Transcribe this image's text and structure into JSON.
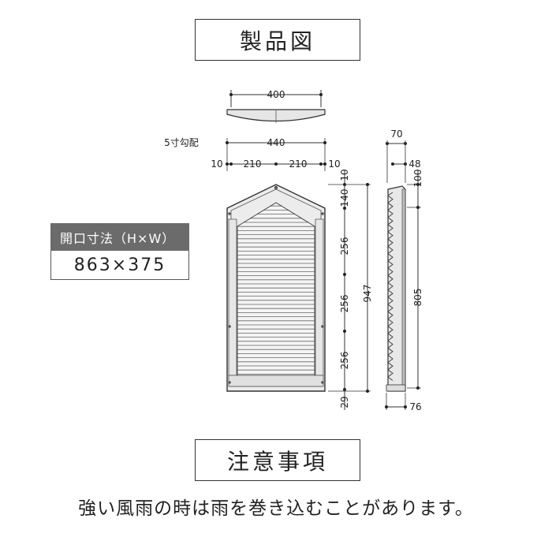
{
  "header": {
    "title": "製品図"
  },
  "opening": {
    "label": "開口寸法（H×W）",
    "value": "863×375"
  },
  "dimensions": {
    "top_width": "400",
    "slope_label": "5寸勾配",
    "overall_width": "440",
    "edge_left": "10",
    "half_left": "210",
    "half_right": "210",
    "edge_right": "10",
    "top_edge": "10",
    "roof_height": "140",
    "pitch_1": "256",
    "pitch_2": "256",
    "pitch_3": "256",
    "bottom": "29",
    "total_height": "947",
    "depth": "70",
    "depth_inner": "48",
    "side_top": "100",
    "side_height": "805",
    "side_bottom": "76"
  },
  "notes": {
    "title": "注意事項",
    "text": "強い風雨の時は雨を巻き込むことがあります。"
  },
  "colors": {
    "accent_gray": "#6b6b6b",
    "line": "#333333",
    "frame_fill": "#e6e6e6"
  }
}
